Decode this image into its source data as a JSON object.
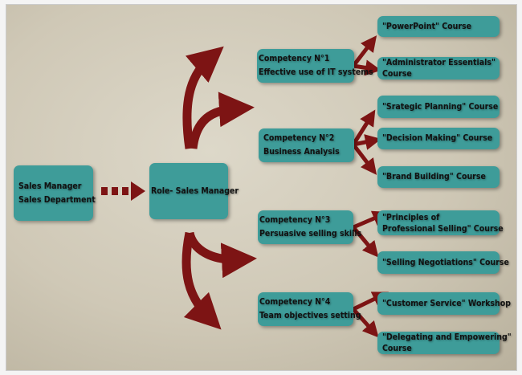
{
  "colors": {
    "box": "#3e9c99",
    "arrow": "#7d1414"
  },
  "source": {
    "line1": "Sales Manager",
    "line2": "Sales Department"
  },
  "role": {
    "label": "Role- Sales Manager"
  },
  "competencies": [
    {
      "line1": "Competency N°1",
      "line2": "Effective use of IT systems"
    },
    {
      "line1": "Competency N°2",
      "line2": "Business Analysis"
    },
    {
      "line1": "Competency N°3",
      "line2": "Persuasive selling skills"
    },
    {
      "line1": "Competency N°4",
      "line2": "Team objectives setting"
    }
  ],
  "courses": [
    {
      "line1": "\"PowerPoint\" Course"
    },
    {
      "line1": "\"Administrator Essentials\"",
      "line2": "Course"
    },
    {
      "line1": "\"Srategic Planning\" Course"
    },
    {
      "line1": "\"Decision Making\" Course"
    },
    {
      "line1": "\"Brand Building\" Course"
    },
    {
      "line1": "\"Principles of",
      "line2": "Professional Selling\" Course"
    },
    {
      "line1": "\"Selling Negotiations\" Course"
    },
    {
      "line1": "\"Customer Service\" Workshop"
    },
    {
      "line1": "\"Delegating and Empowering\"",
      "line2": "Course"
    }
  ]
}
